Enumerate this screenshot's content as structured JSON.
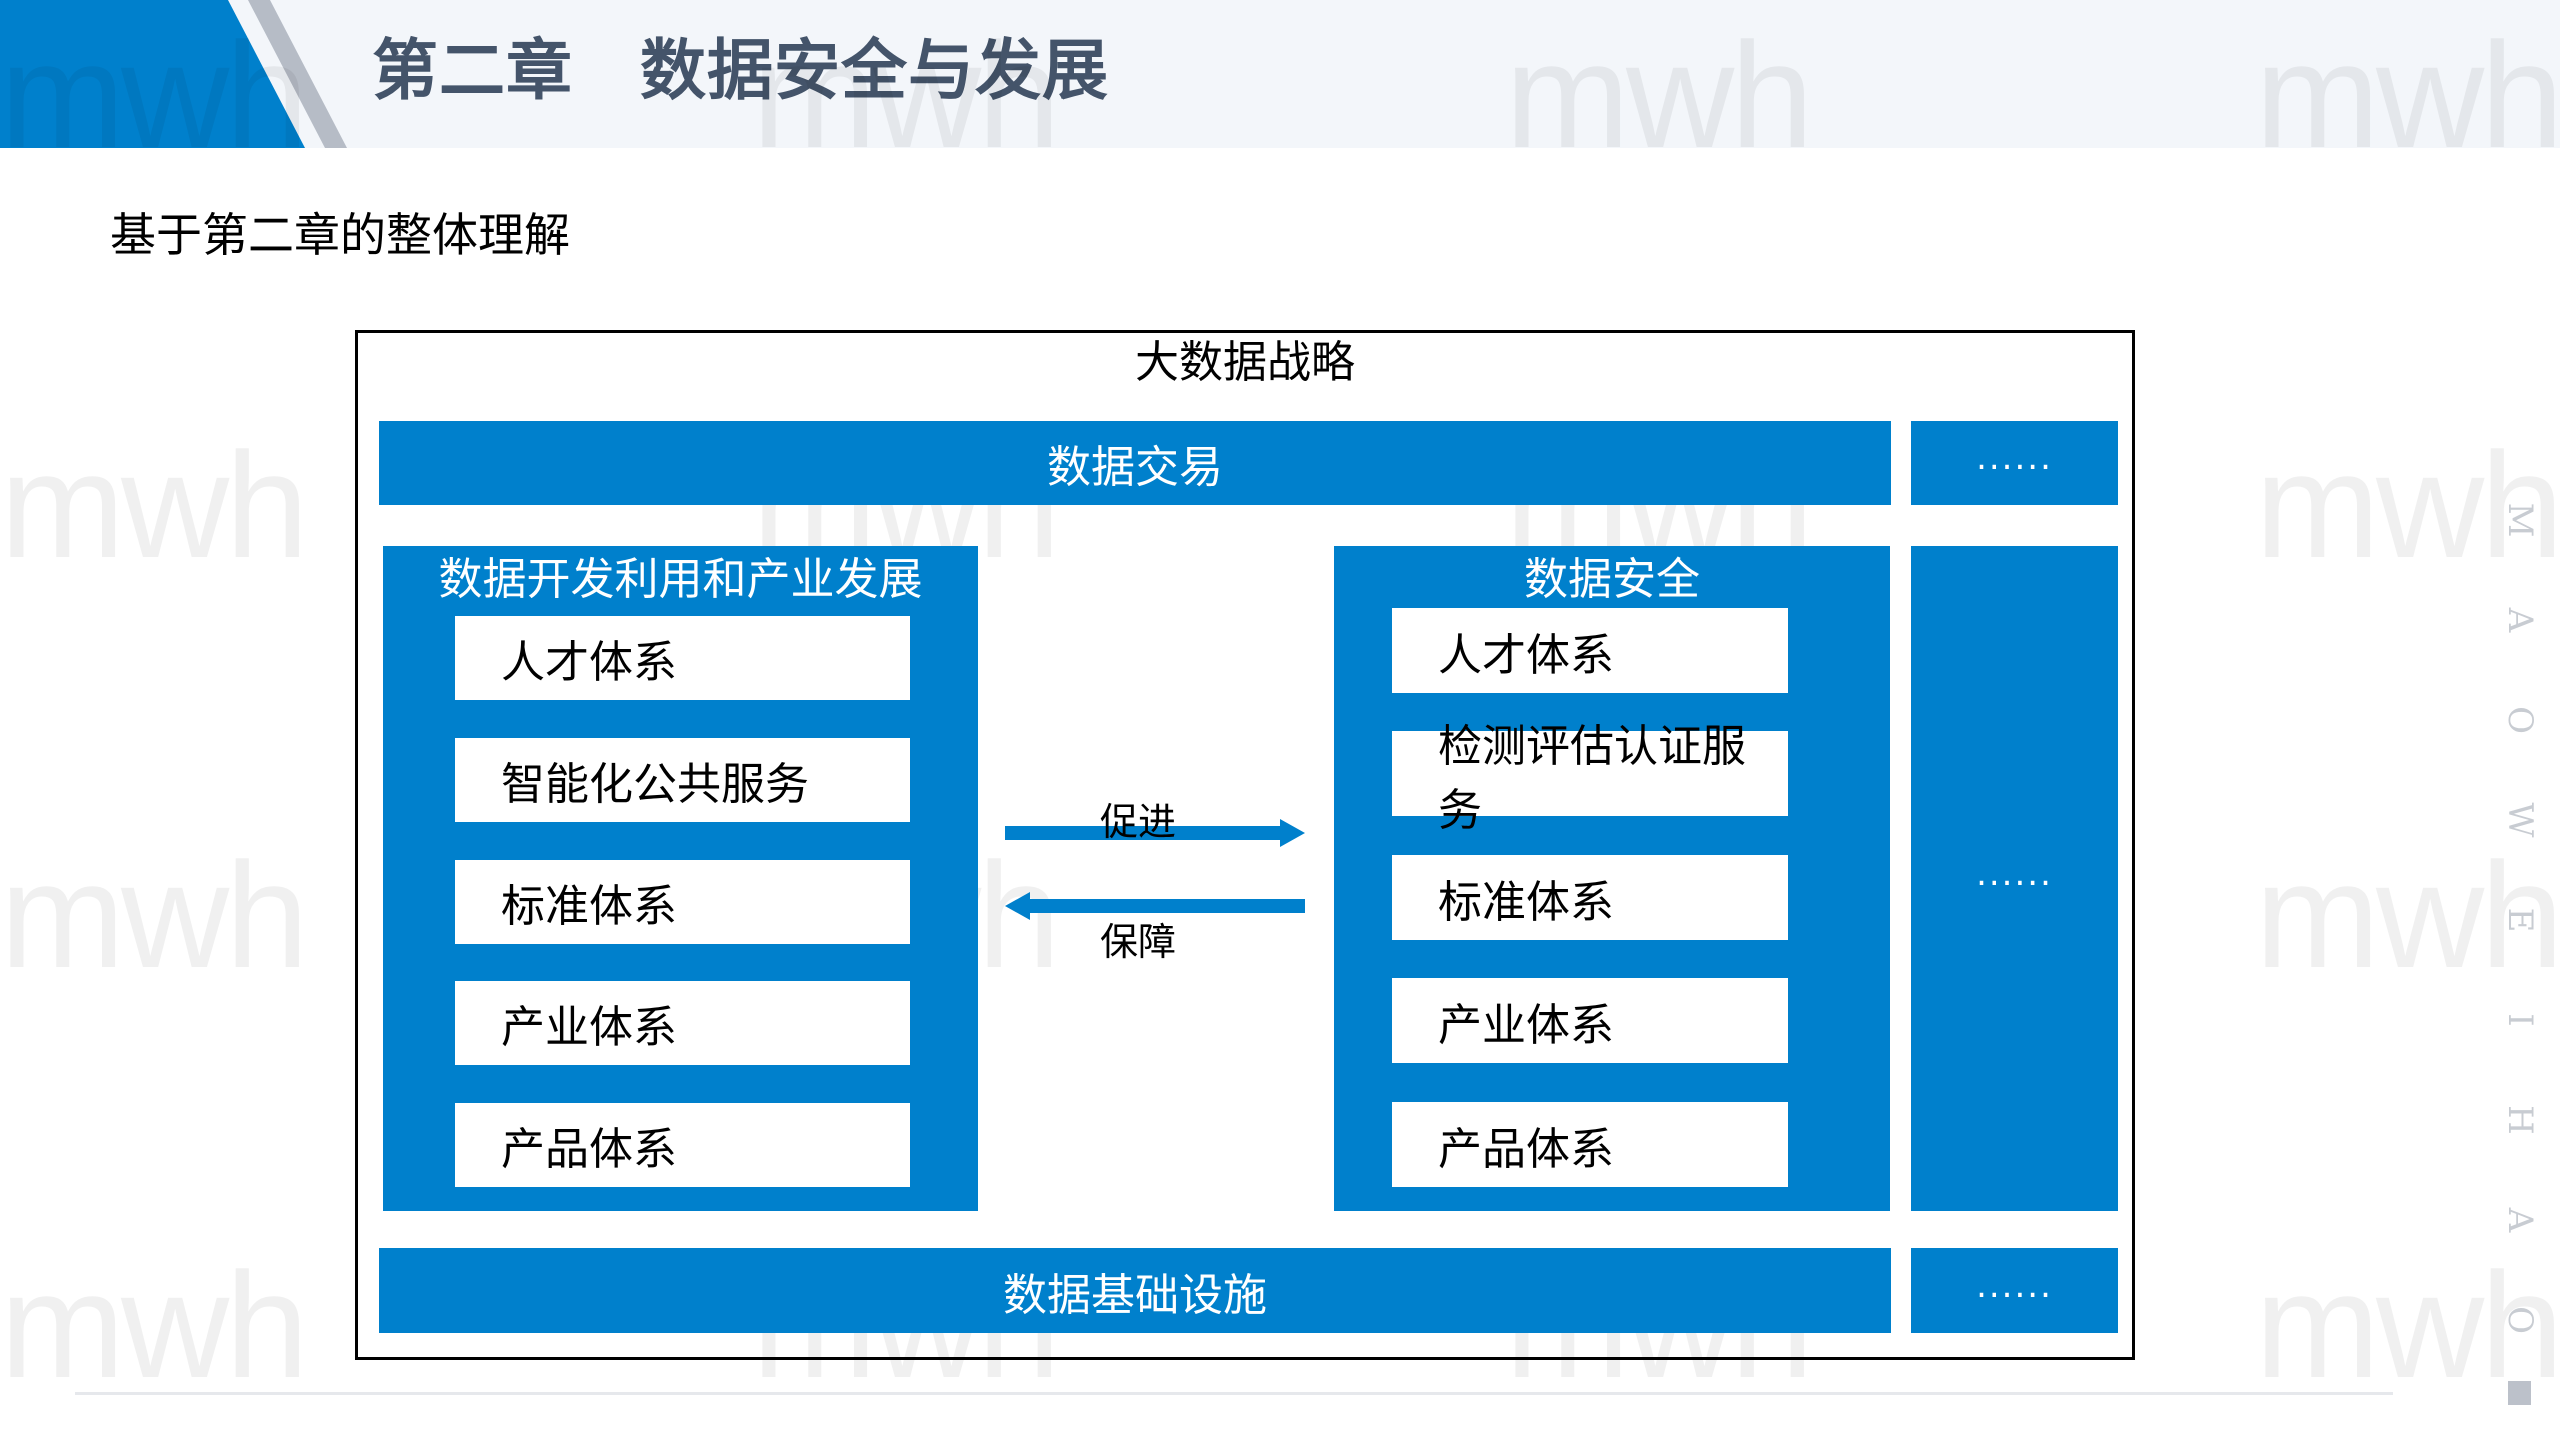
{
  "header": {
    "chapter": "第二章",
    "title": "数据安全与发展",
    "full_title": "第二章　数据安全与发展"
  },
  "subtitle": "基于第二章的整体理解",
  "watermark": {
    "text": "mwh",
    "side_text": [
      "M",
      "A",
      "O",
      "W",
      "E",
      "I",
      "H",
      "A",
      "O"
    ]
  },
  "colors": {
    "accent_blue": "#0080cc",
    "title_gray": "#44546a",
    "stripe_gray": "#b6bcc6",
    "header_bg": "#f3f6fa"
  },
  "diagram": {
    "title": "大数据战略",
    "top_bar": {
      "label": "数据交易",
      "side": "......"
    },
    "left_column": {
      "title": "数据开发利用和产业发展",
      "items": [
        "人才体系",
        "智能化公共服务",
        "标准体系",
        "产业体系",
        "产品体系"
      ]
    },
    "right_column": {
      "title": "数据安全",
      "items": [
        "人才体系",
        "检测评估认证服务",
        "标准体系",
        "产业体系",
        "产品体系"
      ]
    },
    "side_column": {
      "label": "......"
    },
    "arrows": {
      "forward": {
        "label": "促进",
        "direction": "right"
      },
      "backward": {
        "label": "保障",
        "direction": "left"
      }
    },
    "bottom_bar": {
      "label": "数据基础设施",
      "side": "......"
    }
  }
}
